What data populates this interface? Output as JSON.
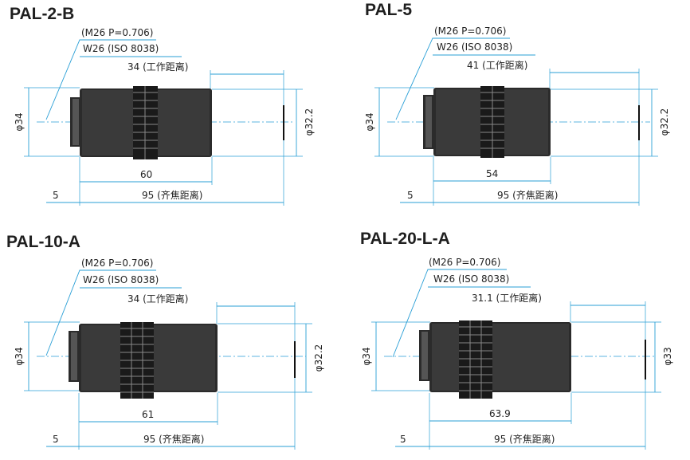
{
  "diagrams": [
    {
      "id": "pal-2-b",
      "title": "PAL-2-B",
      "thread_line1": "(M26 P=0.706)",
      "thread_line2": "W26 (ISO 8038)",
      "working_distance": "34 (工作距离)",
      "body_diameter": "φ34",
      "front_diameter": "φ32.2",
      "length": "60",
      "flange_offset": "5",
      "parfocal": "95 (齐焦距离)"
    },
    {
      "id": "pal-5",
      "title": "PAL-5",
      "thread_line1": "(M26 P=0.706)",
      "thread_line2": "W26 (ISO 8038)",
      "working_distance": "41 (工作距离)",
      "body_diameter": "φ34",
      "front_diameter": "φ32.2",
      "length": "54",
      "flange_offset": "5",
      "parfocal": "95 (齐焦距离)"
    },
    {
      "id": "pal-10-a",
      "title": "PAL-10-A",
      "thread_line1": "(M26 P=0.706)",
      "thread_line2": "W26 (ISO 8038)",
      "working_distance": "34 (工作距离)",
      "body_diameter": "φ34",
      "front_diameter": "φ32.2",
      "length": "61",
      "flange_offset": "5",
      "parfocal": "95 (齐焦距离)"
    },
    {
      "id": "pal-20-l-a",
      "title": "PAL-20-L-A",
      "thread_line1": "(M26 P=0.706)",
      "thread_line2": "W26 (ISO 8038)",
      "working_distance": "31.1 (工作距离)",
      "body_diameter": "φ34",
      "front_diameter": "φ33",
      "length": "63.9",
      "flange_offset": "5",
      "parfocal": "95 (齐焦距离)"
    }
  ],
  "colors": {
    "dimension": "#2a9fd6",
    "body": "#2b2b2b"
  }
}
